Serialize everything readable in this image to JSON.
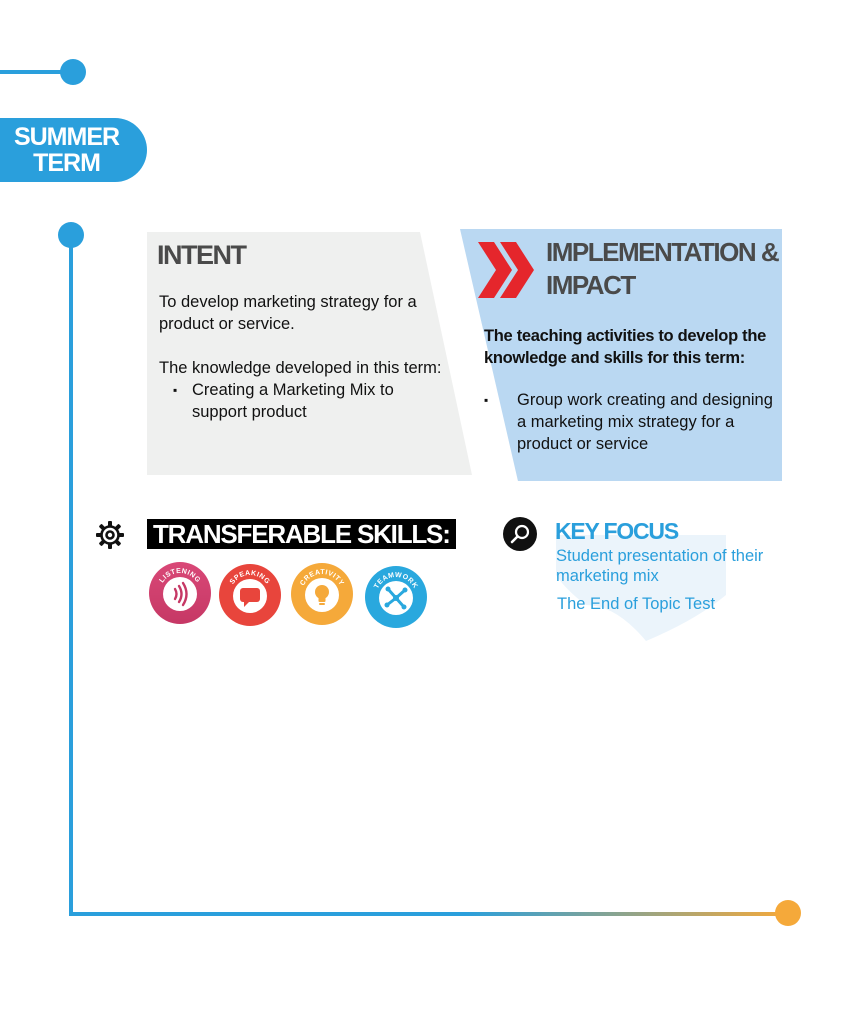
{
  "term": {
    "line1": "SUMMER",
    "line2": "TERM"
  },
  "intent": {
    "title": "INTENT",
    "paragraph1": "To develop marketing strategy for a product or service.",
    "paragraph2": "The knowledge developed in this term:",
    "bullets": [
      "Creating a Marketing Mix to support product"
    ]
  },
  "implementation": {
    "title_line1": "IMPLEMENTATION &",
    "title_line2": "IMPACT",
    "subtitle": "The teaching activities to develop the knowledge and skills for this term:",
    "bullets": [
      "Group work creating and designing a marketing mix strategy for a product or service"
    ]
  },
  "skills": {
    "title": "TRANSFERABLE SKILLS:",
    "badges": [
      {
        "label": "LISTENING",
        "icon": "listening-icon",
        "color": "#d94877"
      },
      {
        "label": "SPEAKING",
        "icon": "speech-bubble-icon",
        "color": "#e8453c"
      },
      {
        "label": "CREATIVITY",
        "icon": "lightbulb-icon",
        "color": "#f5a93a"
      },
      {
        "label": "TEAMWORK",
        "icon": "teamwork-icon",
        "color": "#29a8de"
      }
    ]
  },
  "key_focus": {
    "title": "KEY FOCUS",
    "line1": "Student presentation of their",
    "line2": "marketing mix",
    "line3": "The End of Topic Test"
  },
  "colors": {
    "accent_blue": "#2a9fdc",
    "accent_orange": "#f5a93a",
    "panel_grey": "#eff0ef",
    "panel_blue": "#bad8f2"
  }
}
